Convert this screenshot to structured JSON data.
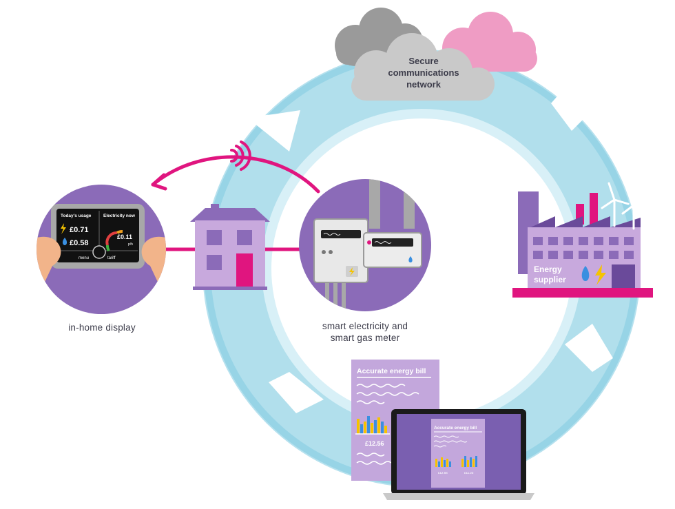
{
  "network": {
    "label_line1": "Secure",
    "label_line2": "communications",
    "label_line3": "network"
  },
  "in_home_display": {
    "label": "in-home display",
    "todays_usage_title": "Today's usage",
    "electricity_now_title": "Electricity now",
    "electric_cost": "£0.71",
    "gas_cost": "£0.58",
    "current_rate": "£0.11",
    "rate_unit": "p/h",
    "menu_label": "menu",
    "tariff_label": "tariff"
  },
  "meter": {
    "label_line1": "smart electricity and",
    "label_line2": "smart gas meter"
  },
  "supplier": {
    "label_line1": "Energy",
    "label_line2": "supplier"
  },
  "bill": {
    "title": "Accurate energy bill",
    "amount": "£12.56"
  },
  "laptop_bill": {
    "title": "Accurate energy bill",
    "amount_1": "£12.56",
    "amount_2": "£11.23"
  },
  "colors": {
    "ring": "#9fd8e8",
    "magenta": "#e0157f",
    "purple": "#8b6bb8",
    "dark_purple": "#6a4a9a",
    "cloud_grey": "#bdbdbd",
    "cloud_pink": "#ef9cc4"
  }
}
